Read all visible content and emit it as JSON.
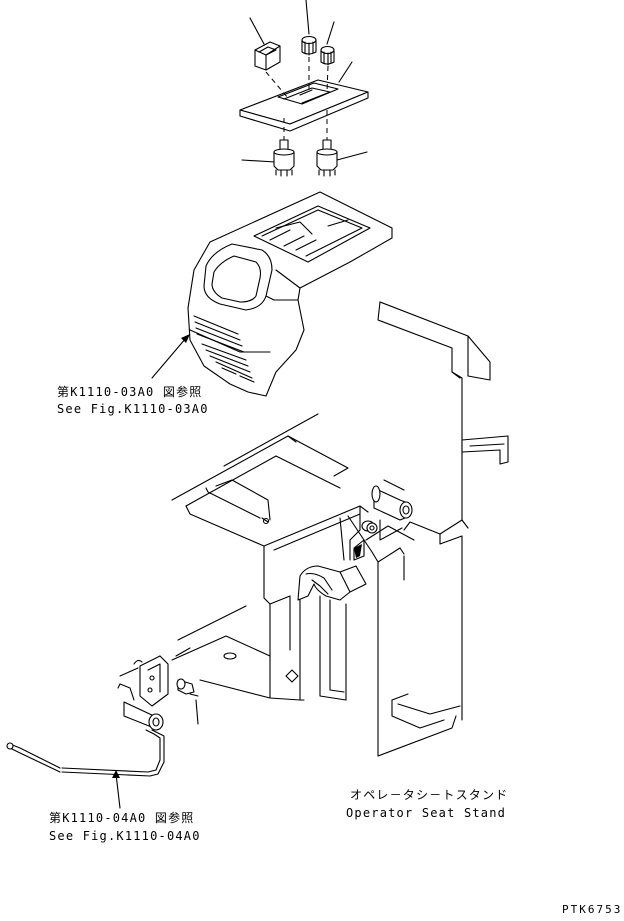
{
  "labels": {
    "console_ref_jp": "第K1110-03A0 図参照",
    "console_ref_en": "See Fig.K1110-03A0",
    "lever_ref_jp": "第K1110-04A0 図参照",
    "lever_ref_en": "See Fig.K1110-04A0",
    "stand_jp": "オペレ－タシ－トスタンド",
    "stand_en": "Operator Seat Stand",
    "drawing_code": "PTK6753"
  }
}
